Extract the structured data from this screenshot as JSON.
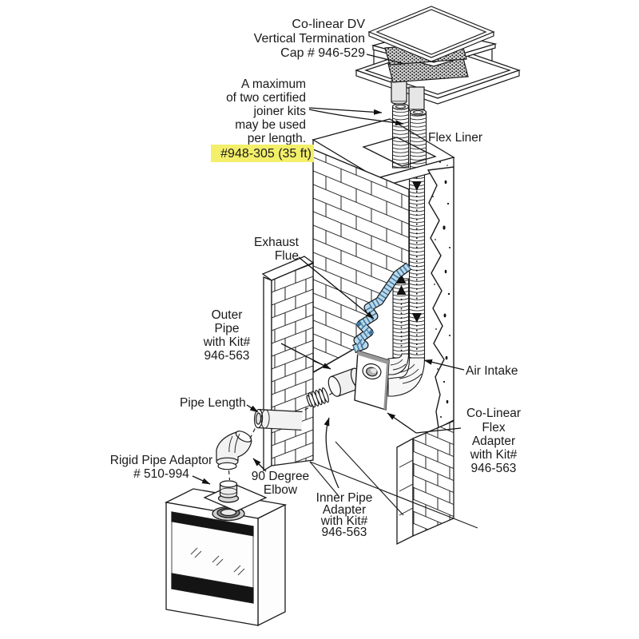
{
  "labels": {
    "cap": {
      "lines": [
        "Co-linear DV",
        "Vertical Termination",
        "Cap # 946-529"
      ]
    },
    "joiner_note": {
      "lines": [
        "A maximum",
        "of two certified",
        "joiner kits",
        "may be used",
        "per length."
      ]
    },
    "part_number": {
      "text": "#948-305 (35 ft)"
    },
    "flex_liner": {
      "text": "Flex Liner"
    },
    "exhaust_flue": {
      "lines": [
        "Exhaust",
        "Flue"
      ]
    },
    "outer_pipe": {
      "lines": [
        "Outer",
        "Pipe",
        "with Kit#",
        "946-563"
      ]
    },
    "pipe_length": {
      "text": "Pipe Length"
    },
    "rigid_adaptor": {
      "lines": [
        "Rigid Pipe Adaptor",
        "# 510-994"
      ]
    },
    "elbow_90": {
      "lines": [
        "90 Degree",
        "Elbow"
      ]
    },
    "inner_adapter": {
      "lines": [
        "Inner Pipe",
        "Adapter",
        "with Kit#",
        "946-563"
      ]
    },
    "air_intake": {
      "text": "Air Intake"
    },
    "colinear_adapter": {
      "lines": [
        "Co-Linear",
        "Flex",
        "Adapter",
        "with Kit#",
        "946-563"
      ]
    }
  },
  "colors": {
    "highlight": "#f3ef6a",
    "cut_blue": "#bcd9e9",
    "cut_blue_hatch": "#3f78a2",
    "line": "#1a1a1a"
  }
}
